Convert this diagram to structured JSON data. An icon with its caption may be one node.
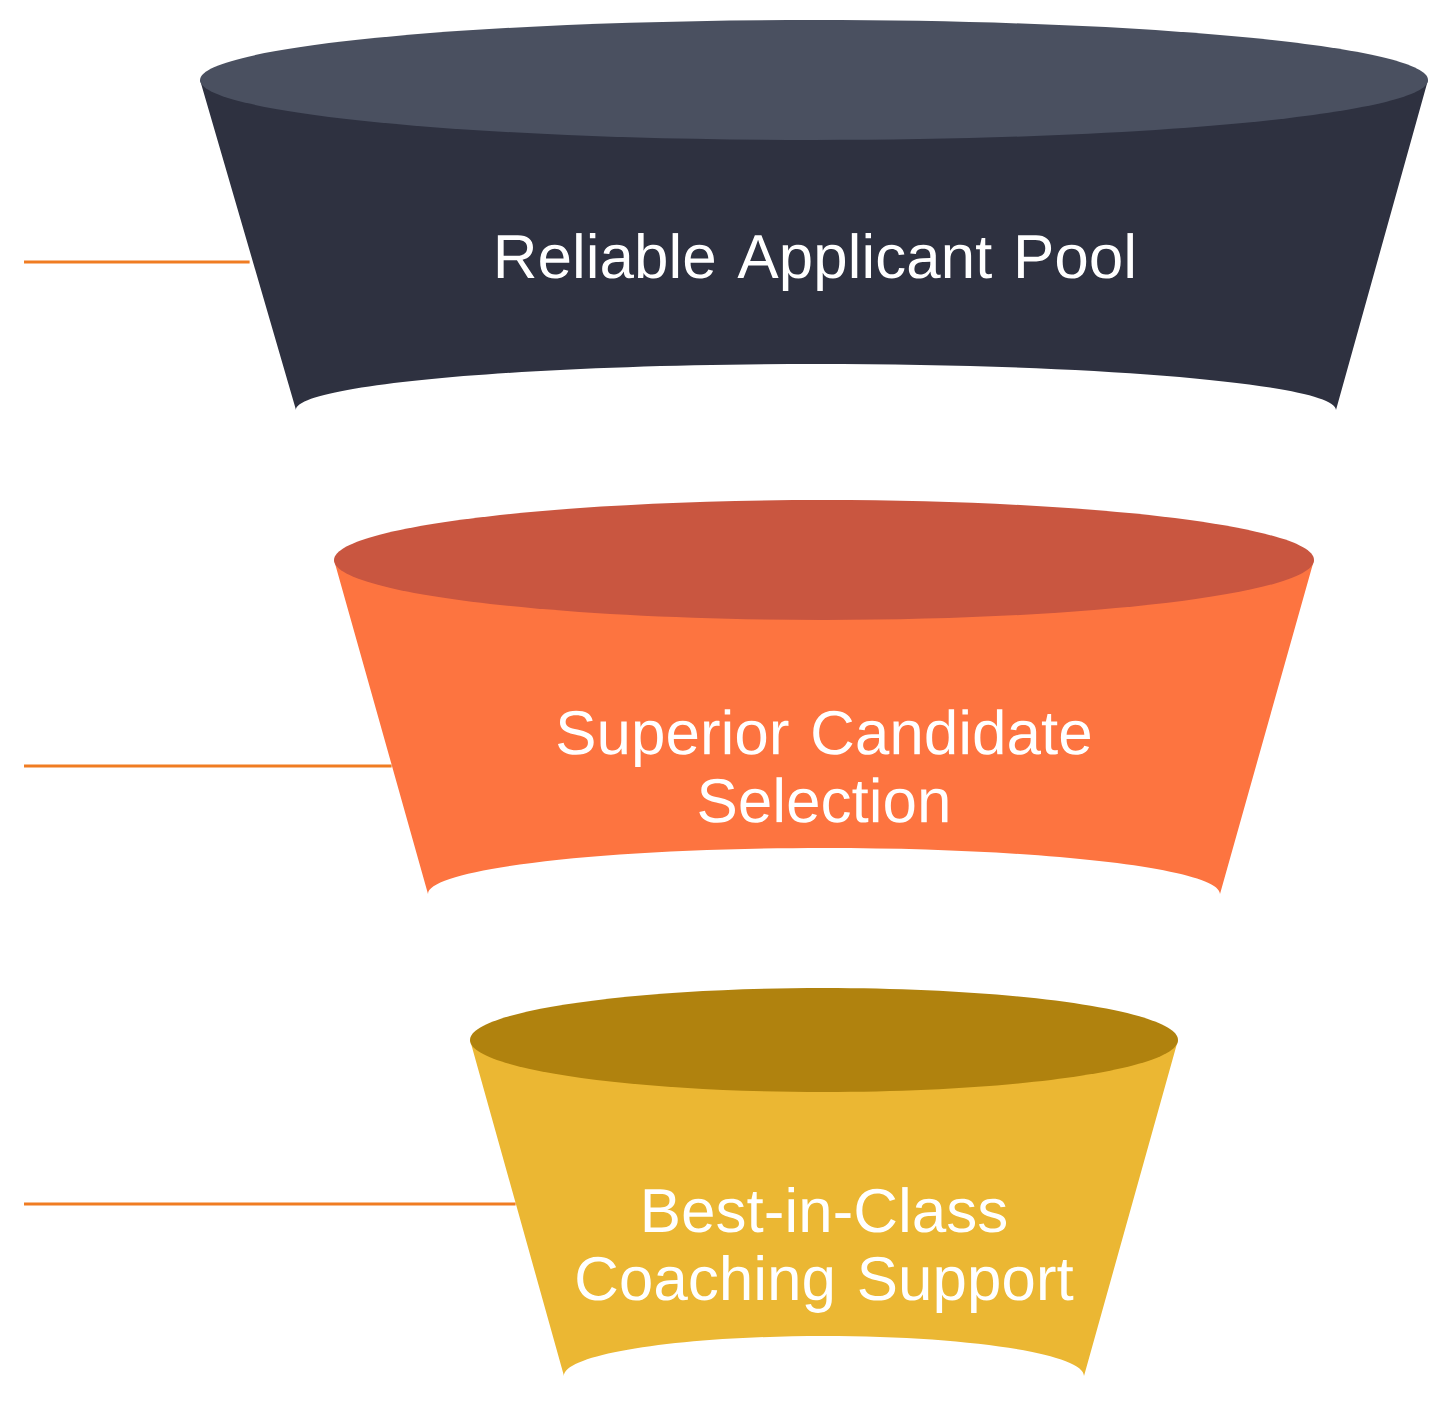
{
  "diagram": {
    "nodes": [
      {
        "text": [
          "Reliable Applicant Pool"
        ]
      },
      {
        "text": [
          "Superior Candidate Selection"
        ]
      },
      {
        "text": [
          "Best-in-Class Coaching Support"
        ]
      }
    ],
    "edges": [
      {
        "from": null,
        "to": 0,
        "arrow": "none"
      },
      {
        "from": null,
        "to": 1,
        "arrow": "none"
      },
      {
        "from": null,
        "to": 2,
        "arrow": "none"
      }
    ]
  }
}
